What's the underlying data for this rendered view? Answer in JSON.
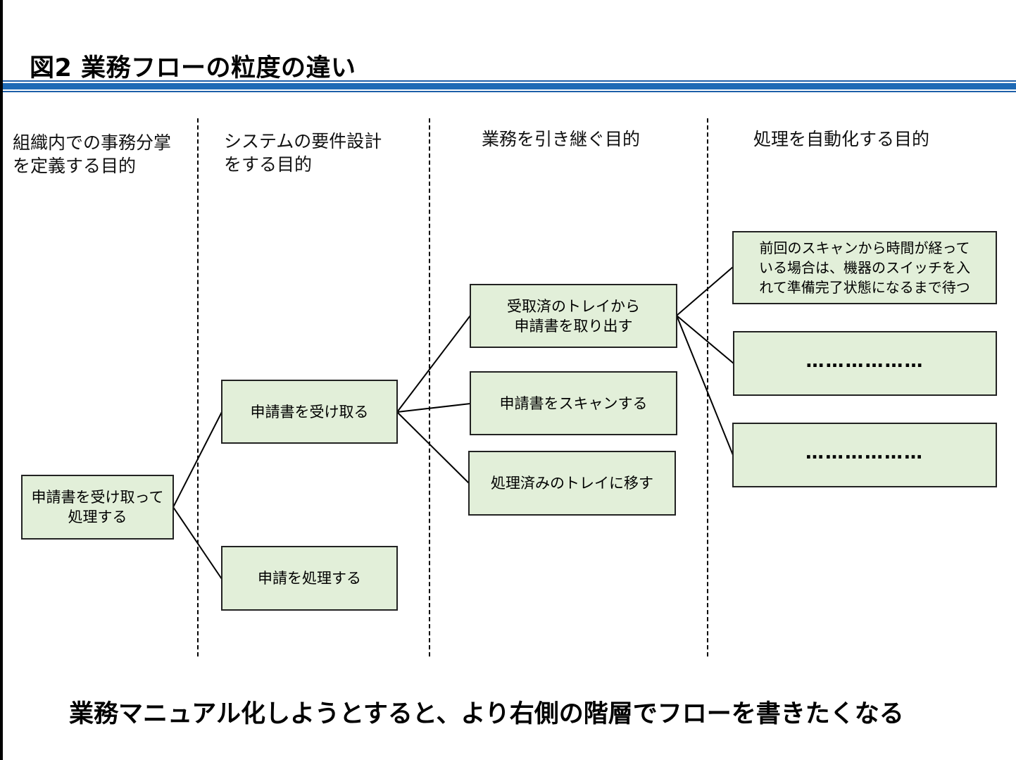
{
  "title": "図2 業務フローの粒度の違い",
  "colors": {
    "accent_band": "#1e6ab5",
    "box_fill": "#e2efd9"
  },
  "columns": [
    {
      "header": "組織内での事務分掌\nを定義する目的"
    },
    {
      "header": "システムの要件設計\nをする目的"
    },
    {
      "header": "業務を引き継ぐ目的"
    },
    {
      "header": "処理を自動化する目的"
    }
  ],
  "boxes": {
    "level1": {
      "text": "申請書を受け取って\n処理する"
    },
    "level2": [
      {
        "text": "申請書を受け取る"
      },
      {
        "text": "申請を処理する"
      }
    ],
    "level3": [
      {
        "text": "受取済のトレイから\n申請書を取り出す"
      },
      {
        "text": "申請書をスキャンする"
      },
      {
        "text": "処理済みのトレイに移す"
      }
    ],
    "level4": [
      {
        "text": "前回のスキャンから時間が経って\nいる場合は、機器のスイッチを入\nれて準備完了状態になるまで待つ"
      },
      {
        "text": "………………"
      },
      {
        "text": "………………"
      }
    ]
  },
  "footer": "業務マニュアル化しようとすると、より右側の階層でフローを書きたくなる"
}
